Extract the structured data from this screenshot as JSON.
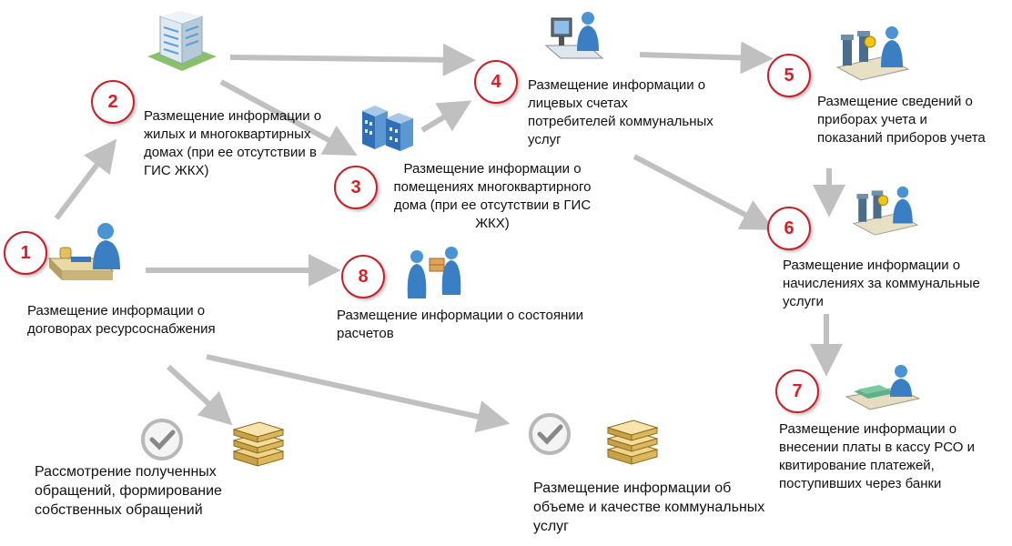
{
  "nodes": [
    {
      "id": "1",
      "label": "Размещение информации о договорах ресурсоснабжения"
    },
    {
      "id": "2",
      "label": "Размещение информации о жилых и многоквартирных домах (при ее отсутствии в ГИС ЖКХ)"
    },
    {
      "id": "3",
      "label": "Размещение информации о помещениях многоквартирного дома (при ее отсутствии в ГИС ЖКХ)"
    },
    {
      "id": "4",
      "label": "Размещение информации о лицевых счетах потребителей коммунальных услуг"
    },
    {
      "id": "5",
      "label": "Размещение сведений о приборах учета и показаний приборов учета"
    },
    {
      "id": "6",
      "label": "Размещение информации о начислениях за коммунальные услуги"
    },
    {
      "id": "7",
      "label": "Размещение информации о внесении платы в кассу РСО и квитирование платежей, поступивших через банки"
    },
    {
      "id": "8",
      "label": "Размещение информации о состоянии расчетов"
    }
  ],
  "extra": [
    {
      "label": "Рассмотрение полученных обращений, формирование собственных обращений"
    },
    {
      "label": "Размещение информации об объеме и качестве коммунальных услуг"
    }
  ],
  "icons": [
    "office-worker-icon",
    "apartment-building-icon",
    "buildings-icon",
    "computer-operator-icon",
    "meters-icon",
    "meters-icon",
    "cash-register-icon",
    "delivery-icon",
    "checkmark-icon",
    "documents-stack-icon"
  ],
  "colors": {
    "accent": "#d81f26",
    "arrow": "#c0c0c0"
  }
}
